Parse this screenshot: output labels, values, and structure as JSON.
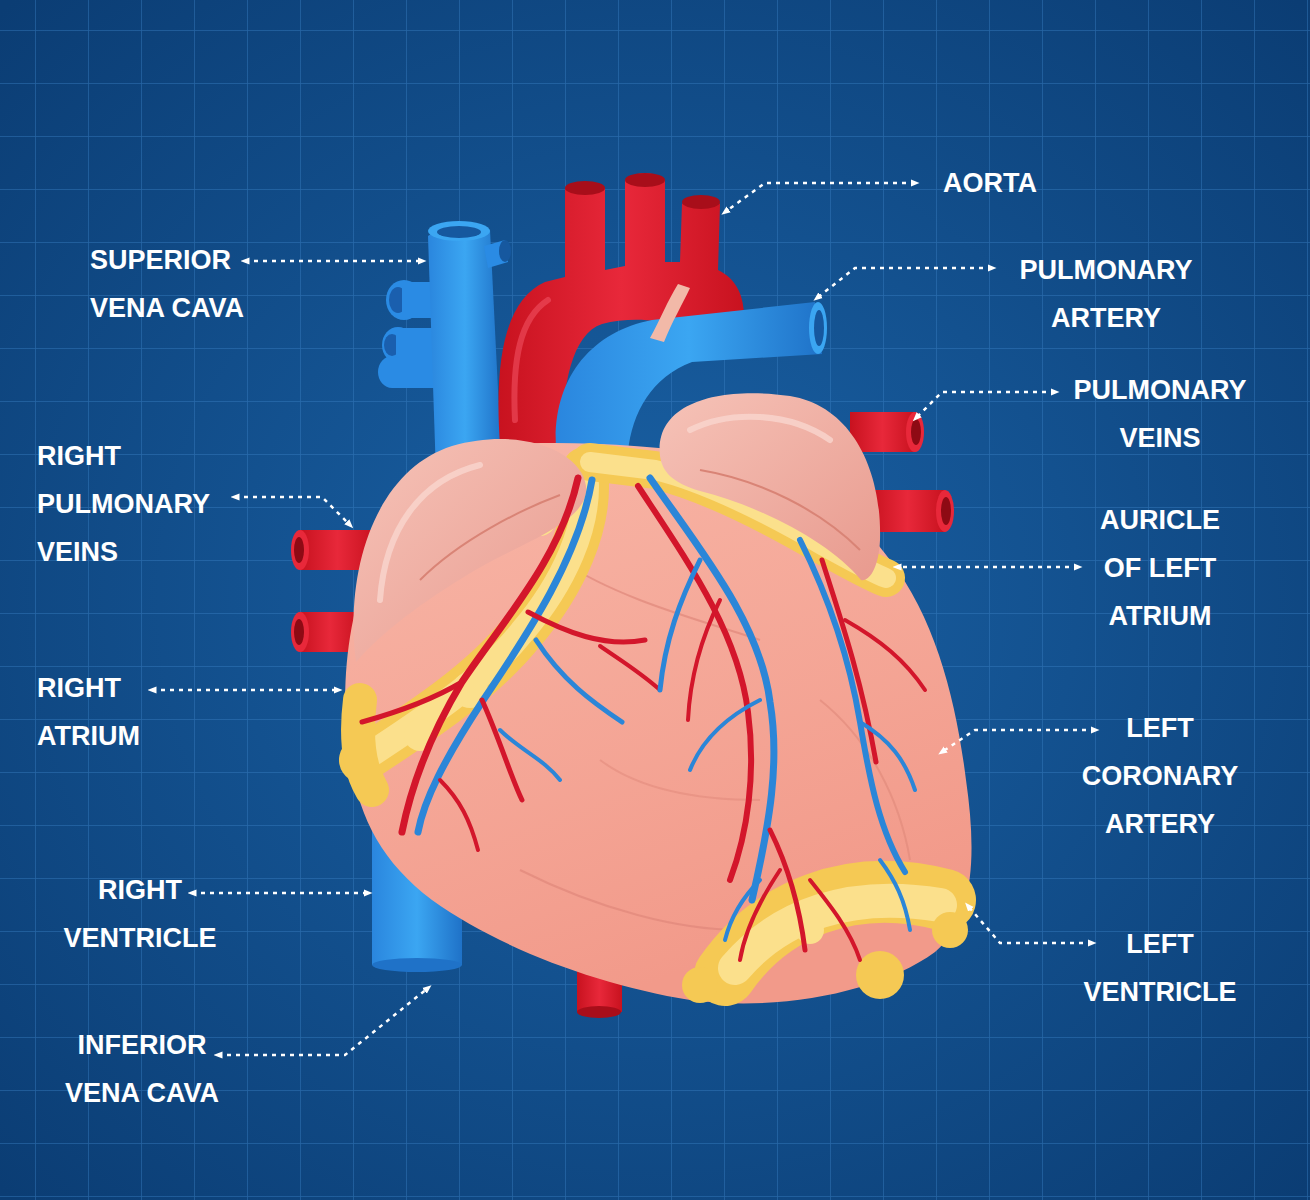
{
  "diagram": {
    "labels": [
      "AORTA",
      "SUPERIOR VENA CAVA",
      "PULMONARY ARTERY",
      "PULMONARY VEINS",
      "RIGHT PULMONARY VEINS",
      "AURICLE OF LEFT ATRIUM",
      "RIGHT ATRIUM",
      "LEFT CORONARY ARTERY",
      "RIGHT VENTRICLE",
      "LEFT VENTRICLE",
      "INFERIOR VENA CAVA"
    ]
  }
}
